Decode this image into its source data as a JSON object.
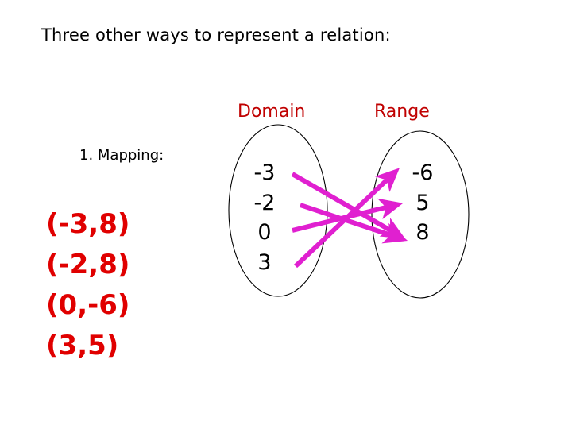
{
  "slide": {
    "title": "Three other ways to represent a relation:",
    "background_color": "#ffffff"
  },
  "list": {
    "item_label": "1.  Mapping:",
    "pairs": [
      "(-3,8)",
      "(-2,8)",
      "(0,-6)",
      "(3,5)"
    ],
    "pairs_color": "#e00000"
  },
  "diagram": {
    "domain_header": "Domain",
    "range_header": "Range",
    "header_color": "#c00000",
    "arrow_color": "#e020d0",
    "oval_stroke": "#000000",
    "domain_values": [
      "-3",
      "-2",
      "0",
      "3"
    ],
    "range_values": [
      "-6",
      "5",
      "8"
    ],
    "mappings": [
      {
        "from": "-3",
        "to": "8"
      },
      {
        "from": "-2",
        "to": "8"
      },
      {
        "from": "0",
        "to": "5"
      },
      {
        "from": "3",
        "to": "-6"
      }
    ]
  },
  "chart_data": {
    "type": "diagram",
    "title": "Mapping diagram of a relation",
    "domain": [
      "-3",
      "-2",
      "0",
      "3"
    ],
    "range": [
      "-6",
      "5",
      "8"
    ],
    "pairs": [
      [
        -3,
        8
      ],
      [
        -2,
        8
      ],
      [
        0,
        -6
      ],
      [
        3,
        5
      ]
    ],
    "edges": [
      {
        "from": "-3",
        "to": "8"
      },
      {
        "from": "-2",
        "to": "8"
      },
      {
        "from": "0",
        "to": "5"
      },
      {
        "from": "3",
        "to": "-6"
      }
    ],
    "labels": {
      "left_set": "Domain",
      "right_set": "Range"
    }
  }
}
